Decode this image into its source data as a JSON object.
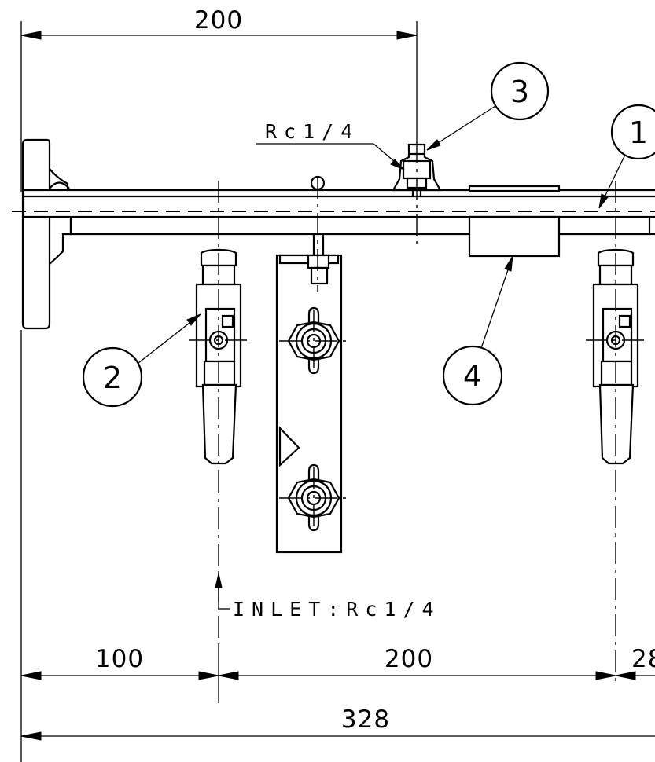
{
  "dimensions": {
    "top_span": "200",
    "bottom_left": "100",
    "bottom_middle": "200",
    "bottom_right": "28",
    "overall": "328"
  },
  "notes": {
    "port_callout": "Rc1/4",
    "inlet_callout": "INLET:Rc1/4"
  },
  "balloons": [
    "1",
    "2",
    "3",
    "4"
  ]
}
